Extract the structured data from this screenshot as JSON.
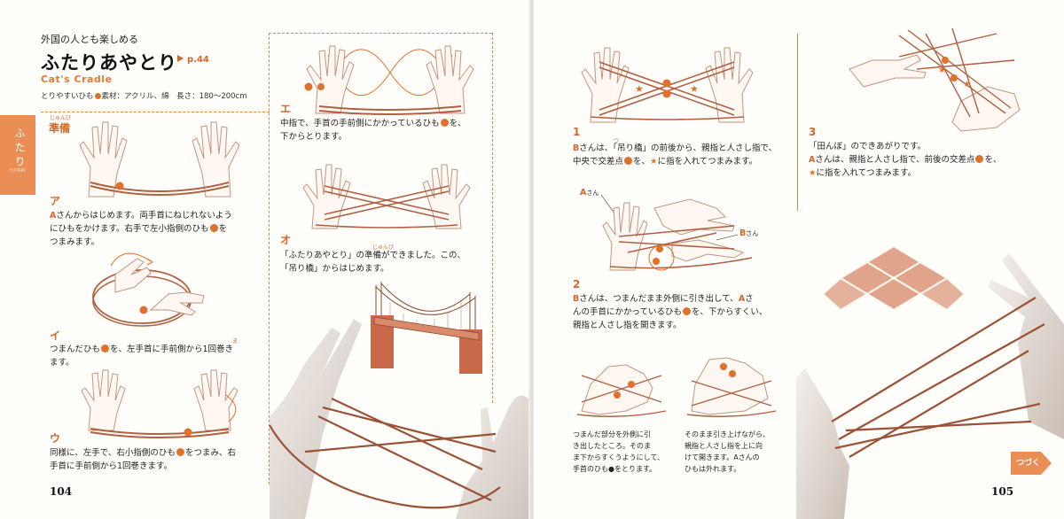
{
  "left_page": {
    "subtitle": "外国の人とも楽しめる",
    "title": "ふたりあやとり",
    "page_ref": "p.44",
    "en_title": "Cat's Cradle",
    "materials_prefix": "とりやすいひも",
    "materials_rest": "素材：アクリル、綿　長さ：180〜200cm",
    "side_tab_label": "ふたり",
    "side_tab_small": "FUTARI",
    "junbi": {
      "ruby": "じゅんび",
      "label": "準備"
    },
    "step_a": {
      "label": "ア",
      "lines": [
        [
          "A",
          "さんからはじめます。両手首にねじれないよう"
        ],
        [
          "にひもをかけます。右手で左小指側のひも",
          "",
          "を"
        ],
        [
          "つまみます。"
        ]
      ]
    },
    "step_i": {
      "label": "イ",
      "ruby": "ま",
      "lines": [
        [
          "つまんだひも",
          "",
          "を、左手首に手前側から1回巻き"
        ],
        [
          "ます。"
        ]
      ]
    },
    "step_u": {
      "label": "ウ",
      "lines": [
        [
          "同様に、左手で、右小指側のひも",
          "",
          "をつまみ、右"
        ],
        [
          "手首に手前側から1回巻きます。"
        ]
      ]
    },
    "step_e": {
      "label": "エ",
      "lines": [
        [
          "中指で、手首の手前側にかかっているひも",
          "",
          "を、"
        ],
        [
          "下からとります。"
        ]
      ]
    },
    "step_o": {
      "label": "オ",
      "ruby": "じゅんび",
      "lines": [
        [
          "「ふたりあやとり」の準備ができました。この、"
        ],
        [
          "「吊り橋」からはじめます。"
        ]
      ]
    },
    "page_number": "104"
  },
  "right_page": {
    "step1": {
      "label": "1",
      "ruby": "つ",
      "lines": [
        [
          "B",
          "さんは、「吊り橋」の前後から、親指と人さし指で、"
        ],
        [
          "中央で交差点",
          "",
          "を、",
          "★",
          "に指を入れてつまみます。"
        ]
      ]
    },
    "callout_a": {
      "letter": "A",
      "suffix": "さん"
    },
    "callout_b": {
      "letter": "B",
      "suffix": "さん"
    },
    "step2": {
      "label": "2",
      "lines": [
        [
          "B",
          "さんは、つまんだまま外側に引き出して、",
          "A",
          "さ"
        ],
        [
          "んの手首にかかっているひも",
          "",
          "を、下からすくい、"
        ],
        [
          "親指と人さし指を開きます。"
        ]
      ]
    },
    "caption_left": {
      "lines": [
        "つまんだ部分を外側に引",
        "き出したところ。そのま",
        "ま下からすくうようにして、",
        "手首のひも●をとります。"
      ]
    },
    "caption_right": {
      "lines": [
        "そのまま引き上げながら、",
        "親指と人さし指を上に向",
        "けて開きます。Aさんの",
        "ひもは外れます。"
      ]
    },
    "step3": {
      "label": "3",
      "lines": [
        [
          "「田んぼ」のできあがりです。"
        ],
        [
          "A",
          "さんは、親指と人さし指で、前後の交差点",
          "",
          "を、"
        ],
        [
          "★",
          "に指を入れてつまみます。"
        ]
      ]
    },
    "next_label": "つづく",
    "page_number": "105"
  },
  "colors": {
    "accent": "#e0702a",
    "string": "#b06040",
    "side_tab": "#eb8e55",
    "text": "#222222"
  }
}
